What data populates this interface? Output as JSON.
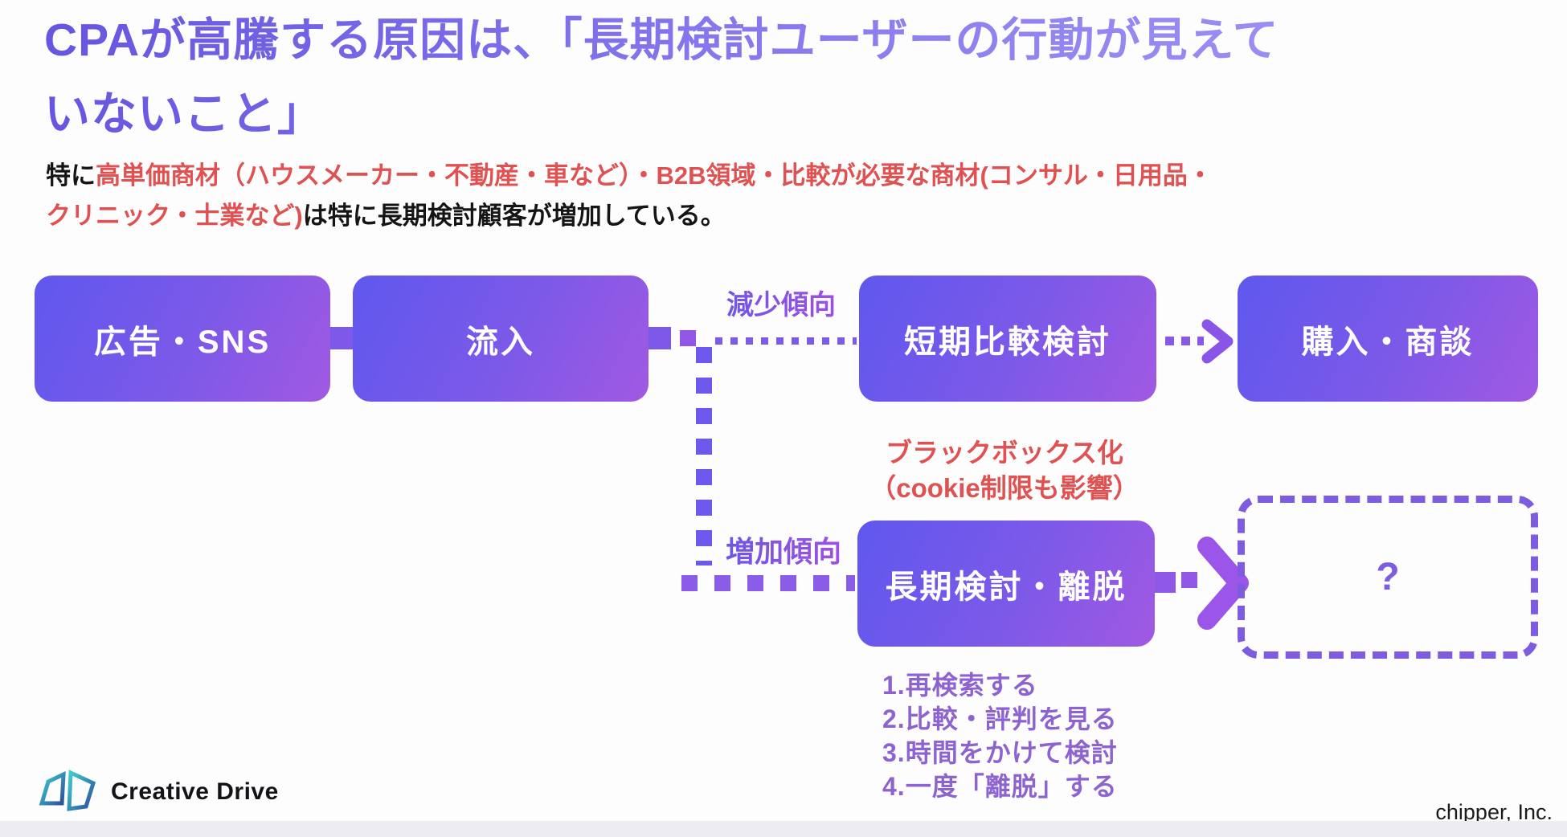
{
  "title": {
    "line1": "CPAが高騰する原因は、「長期検討ユーザーの行動が見えて",
    "line2": "いないこと」"
  },
  "subtitle": {
    "prefix_black": "特に",
    "red_part1": "高単価商材（ハウスメーカー・不動産・車など）・B2B領域・比較が必要な商材(コンサル・日用品・",
    "red_part2": "クリニック・士業など)",
    "suffix_black": "は特に長期検討顧客が増加している。"
  },
  "flow": {
    "box_ads": "広告・SNS",
    "box_inflow": "流入",
    "box_short": "短期比較検討",
    "box_purchase": "購入・商談",
    "box_long": "長期検討・離脱",
    "box_unknown": "?",
    "label_decrease": "減少傾向",
    "label_increase": "増加傾向",
    "label_blackbox_line1": "ブラックボックス化",
    "label_blackbox_line2": "（cookie制限も影響）"
  },
  "behavior_list": {
    "items": [
      "1.再検索する",
      "2.比較・評判を見る",
      "3.時間をかけて検討",
      "4.一度「離脱」する"
    ]
  },
  "footer": {
    "logo_text": "Creative Drive",
    "company": "chipper, Inc."
  },
  "colors": {
    "box_gradient_start": "#5f58ee",
    "box_gradient_end": "#a159e2",
    "accent_purple": "#8a5ce8",
    "dashed_box_purple": "#7d5ce0",
    "alert_red": "#e05151",
    "list_purple": "#8d63cf",
    "title_gradient_start": "#6656e0",
    "title_gradient_end": "#a095f6",
    "logo_teal": "#3fd0cf",
    "logo_blue": "#2a4f9e",
    "footer_strip_gray": "#ededf1"
  }
}
